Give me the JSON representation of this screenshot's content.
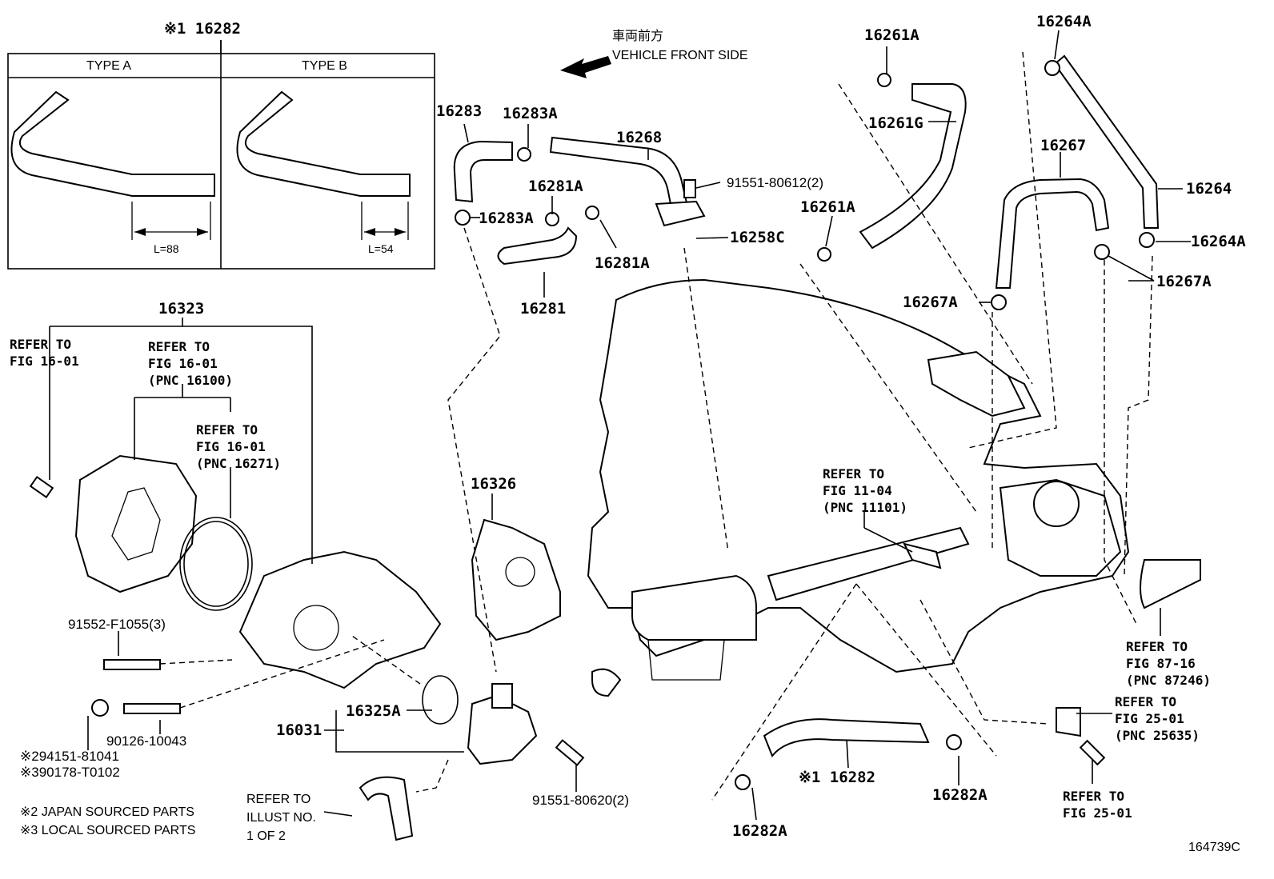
{
  "type_box": {
    "title": "※1 16282",
    "type_a": "TYPE A",
    "type_b": "TYPE B",
    "length_a": "L=88",
    "length_b": "L=54"
  },
  "direction": {
    "japanese": "車両前方",
    "english": "VEHICLE FRONT SIDE"
  },
  "parts": {
    "p16261A_top": "16261A",
    "p16264A_top": "16264A",
    "p16283": "16283",
    "p16283A_top": "16283A",
    "p16268": "16268",
    "p91551_80612": "91551-80612(2)",
    "p16261G": "16261G",
    "p16267": "16267",
    "p16264": "16264",
    "p16281A_top": "16281A",
    "p16283A_low": "16283A",
    "p16258C": "16258C",
    "p16261A_mid": "16261A",
    "p16264A_right": "16264A",
    "p16281A_low": "16281A",
    "p16267A_right": "16267A",
    "p16267A_left": "16267A",
    "p16281": "16281",
    "p16323": "16323",
    "p16326": "16326",
    "p91552_F1055": "91552-F1055(3)",
    "p16031": "16031",
    "p16325A": "16325A",
    "p90126_10043": "90126-10043",
    "p294151": "※294151-81041",
    "p390178": "※390178-T0102",
    "p91551_80620": "91551-80620(2)",
    "p16282_bottom": "※1 16282",
    "p16282A_right": "16282A",
    "p16282A_left": "16282A"
  },
  "refs": {
    "ref_fig1601_a": "REFER TO\nFIG 16-01",
    "ref_fig1601_b": "REFER TO\nFIG 16-01\n(PNC 16100)",
    "ref_fig1601_c": "REFER TO\nFIG 16-01\n(PNC 16271)",
    "ref_fig1104": "REFER TO\nFIG 11-04\n(PNC 11101)",
    "ref_fig8716": "REFER TO\nFIG 87-16\n(PNC 87246)",
    "ref_fig2501_a": "REFER TO\nFIG 25-01\n(PNC 25635)",
    "ref_fig2501_b": "REFER TO\nFIG 25-01",
    "ref_illust": "REFER TO\nILLUST NO.\n1 OF 2"
  },
  "notes": {
    "japan": "※2 JAPAN SOURCED PARTS",
    "local": "※3 LOCAL SOURCED PARTS"
  },
  "diagram_code": "164739C"
}
